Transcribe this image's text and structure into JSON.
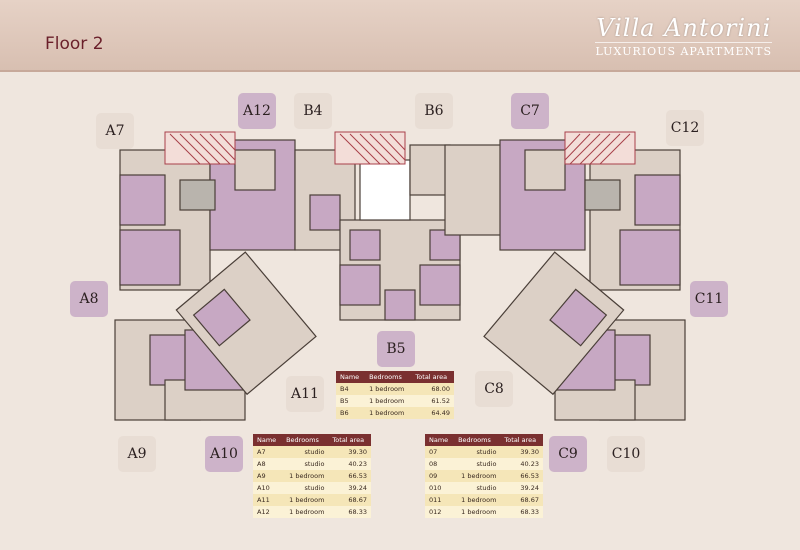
{
  "header": {
    "floor_title": "Floor 2",
    "brand_name": "Villa Antorini",
    "brand_sub": "LUXURIOUS APARTMENTS"
  },
  "labels": {
    "A7": "A7",
    "A8": "A8",
    "A9": "A9",
    "A10": "A10",
    "A11": "A11",
    "A12": "A12",
    "B4": "B4",
    "B5": "B5",
    "B6": "B6",
    "C7": "C7",
    "C8": "C8",
    "C9": "C9",
    "C10": "C10",
    "C11": "C11",
    "C12": "C12"
  },
  "tables": {
    "headers": [
      "Name",
      "Bedrooms",
      "Total area"
    ],
    "b_rows": [
      [
        "B4",
        "1 bedroom",
        "68.00"
      ],
      [
        "B5",
        "1 bedroom",
        "61.52"
      ],
      [
        "B6",
        "1 bedroom",
        "64.49"
      ]
    ],
    "a_rows": [
      [
        "A7",
        "studio",
        "39.30"
      ],
      [
        "A8",
        "studio",
        "40.23"
      ],
      [
        "A9",
        "1 bedroom",
        "66.53"
      ],
      [
        "A10",
        "studio",
        "39.24"
      ],
      [
        "A11",
        "1 bedroom",
        "68.67"
      ],
      [
        "A12",
        "1 bedroom",
        "68.33"
      ]
    ],
    "c_rows": [
      [
        "07",
        "studio",
        "39.30"
      ],
      [
        "08",
        "studio",
        "40.23"
      ],
      [
        "09",
        "1 bedroom",
        "66.53"
      ],
      [
        "010",
        "studio",
        "39.24"
      ],
      [
        "011",
        "1 bedroom",
        "68.67"
      ],
      [
        "012",
        "1 bedroom",
        "68.33"
      ]
    ]
  },
  "colors": {
    "header_bg": "#dcc4b6",
    "title_color": "#6a1f2a",
    "purple_unit": "#c7a8c3",
    "beige_unit": "#dcd0c6",
    "table_header": "#7a3030",
    "table_row": "#f5e6b8"
  }
}
